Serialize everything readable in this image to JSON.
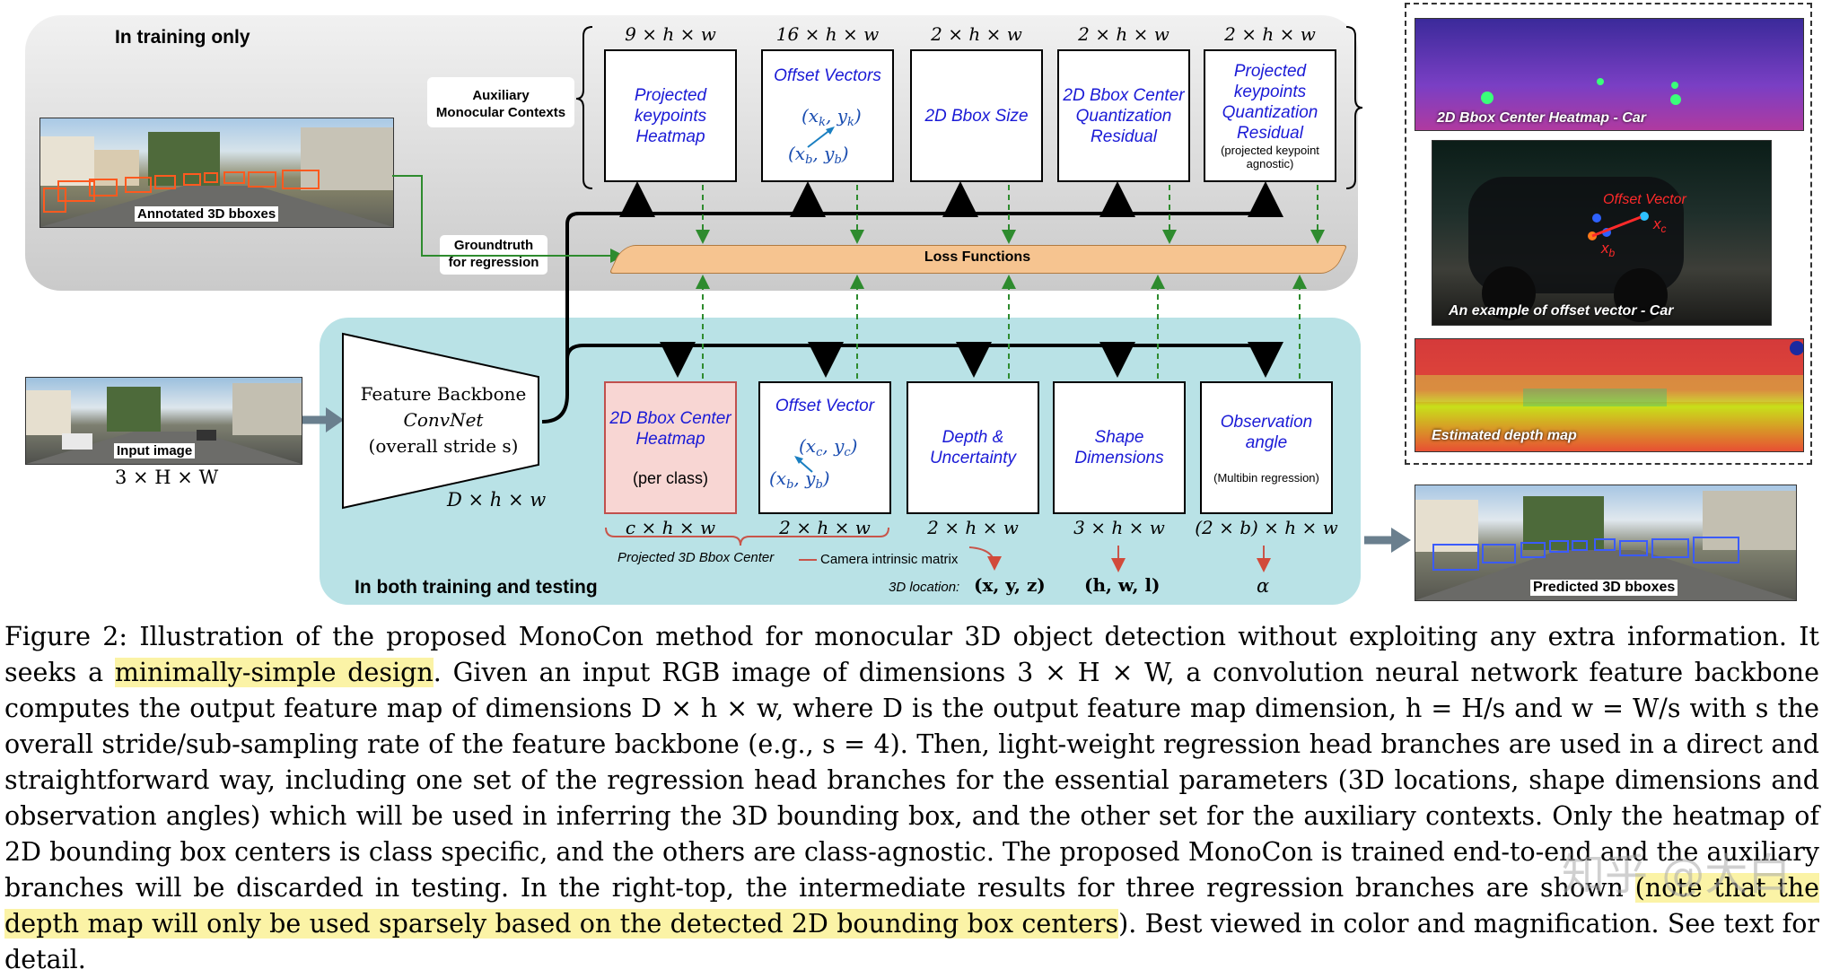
{
  "panels": {
    "training_only": "In training only",
    "both": "In both training and testing"
  },
  "aux_label": "Auxiliary\nMonocular Contexts",
  "groundtruth_label": "Groundtruth\nfor regression",
  "loss_label": "Loss Functions",
  "annotated_caption": "Annotated 3D bboxes",
  "input_caption": "Input image",
  "input_dim": "3 × H × W",
  "backbone": {
    "line1": "Feature Backbone",
    "line2": "ConvNet",
    "line3": "(overall stride s)",
    "dim": "D × h × w"
  },
  "aux_heads": [
    {
      "dim": "9 × h × w",
      "text": "Projected\nkeypoints\nHeatmap",
      "math": "",
      "note": ""
    },
    {
      "dim": "16 × h × w",
      "text": "Offset Vectors",
      "math": "(x_k, y_k) / (x_b, y_b)",
      "note": ""
    },
    {
      "dim": "2 × h × w",
      "text": "2D Bbox Size",
      "math": "",
      "note": ""
    },
    {
      "dim": "2 × h × w",
      "text": "2D Bbox Center\nQuantization\nResidual",
      "math": "",
      "note": ""
    },
    {
      "dim": "2 × h × w",
      "text": "Projected\nkeypoints\nQuantization\nResidual",
      "math": "",
      "note": "(projected keypoint\nagnostic)"
    }
  ],
  "main_heads": [
    {
      "dim": "c × h × w",
      "text": "2D Bbox Center\nHeatmap",
      "note": "(per class)"
    },
    {
      "dim": "2 × h × w",
      "text": "Offset Vector",
      "note": ""
    },
    {
      "dim": "2 × h × w",
      "text": "Depth &\nUncertainty",
      "note": ""
    },
    {
      "dim": "3 × h × w",
      "text": "Shape\nDimensions",
      "note": ""
    },
    {
      "dim": "(2 × b) × h × w",
      "text": "Observation\nangle",
      "note": "(Multibin regression)"
    }
  ],
  "offset_math": {
    "xk": "(x",
    "k": "k",
    "yk": ", y",
    "xb": "(x",
    "b": "b",
    "xc": "(x",
    "c": "c"
  },
  "projected_center": "Projected 3D Bbox Center",
  "camera_matrix": "Camera intrinsic matrix",
  "location_label": "3D location:",
  "location_math": "(x, y, z)",
  "shape_math": "(h, w, l)",
  "alpha": "α",
  "right_images": {
    "heatmap": "2D Bbox Center Heatmap - Car",
    "offset": "An example of offset vector - Car",
    "offset_lbl": "Offset Vector",
    "depth": "Estimated depth map",
    "pred": "Predicted 3D bboxes"
  },
  "caption": {
    "fig": "Figure 2:",
    "p1": " Illustration of the proposed MonoCon method for monocular 3D object detection without exploiting any extra information. It seeks a ",
    "h1": "minimally-simple design",
    "p2": ". Given an input RGB image of dimensions 3 × H × W, a convolution neural network feature backbone computes the output feature map of dimensions D × h × w, where D is the output feature map dimension, h = H/s and w = W/s with s the overall stride/sub-sampling rate of the feature backbone (e.g., s = 4). Then, light-weight regression head branches are used in a direct and straightforward way, including one set of the regression head branches for the essential parameters (3D locations, shape dimensions and observation angles) which will be used in inferring the 3D bounding box, and the other set for the auxiliary contexts. Only the heatmap of 2D bounding box centers is class specific, and the others are class-agnostic. The proposed MonoCon is trained end-to-end and the auxiliary branches will be discarded in testing. In the right-top, the intermediate results for three regression branches are shown ",
    "h2": "(note that the depth map will only be used sparsely based on the detected 2D bounding box centers",
    "p3": "). Best viewed in color and magnification. See text for detail."
  },
  "watermark": "知乎 @大白"
}
